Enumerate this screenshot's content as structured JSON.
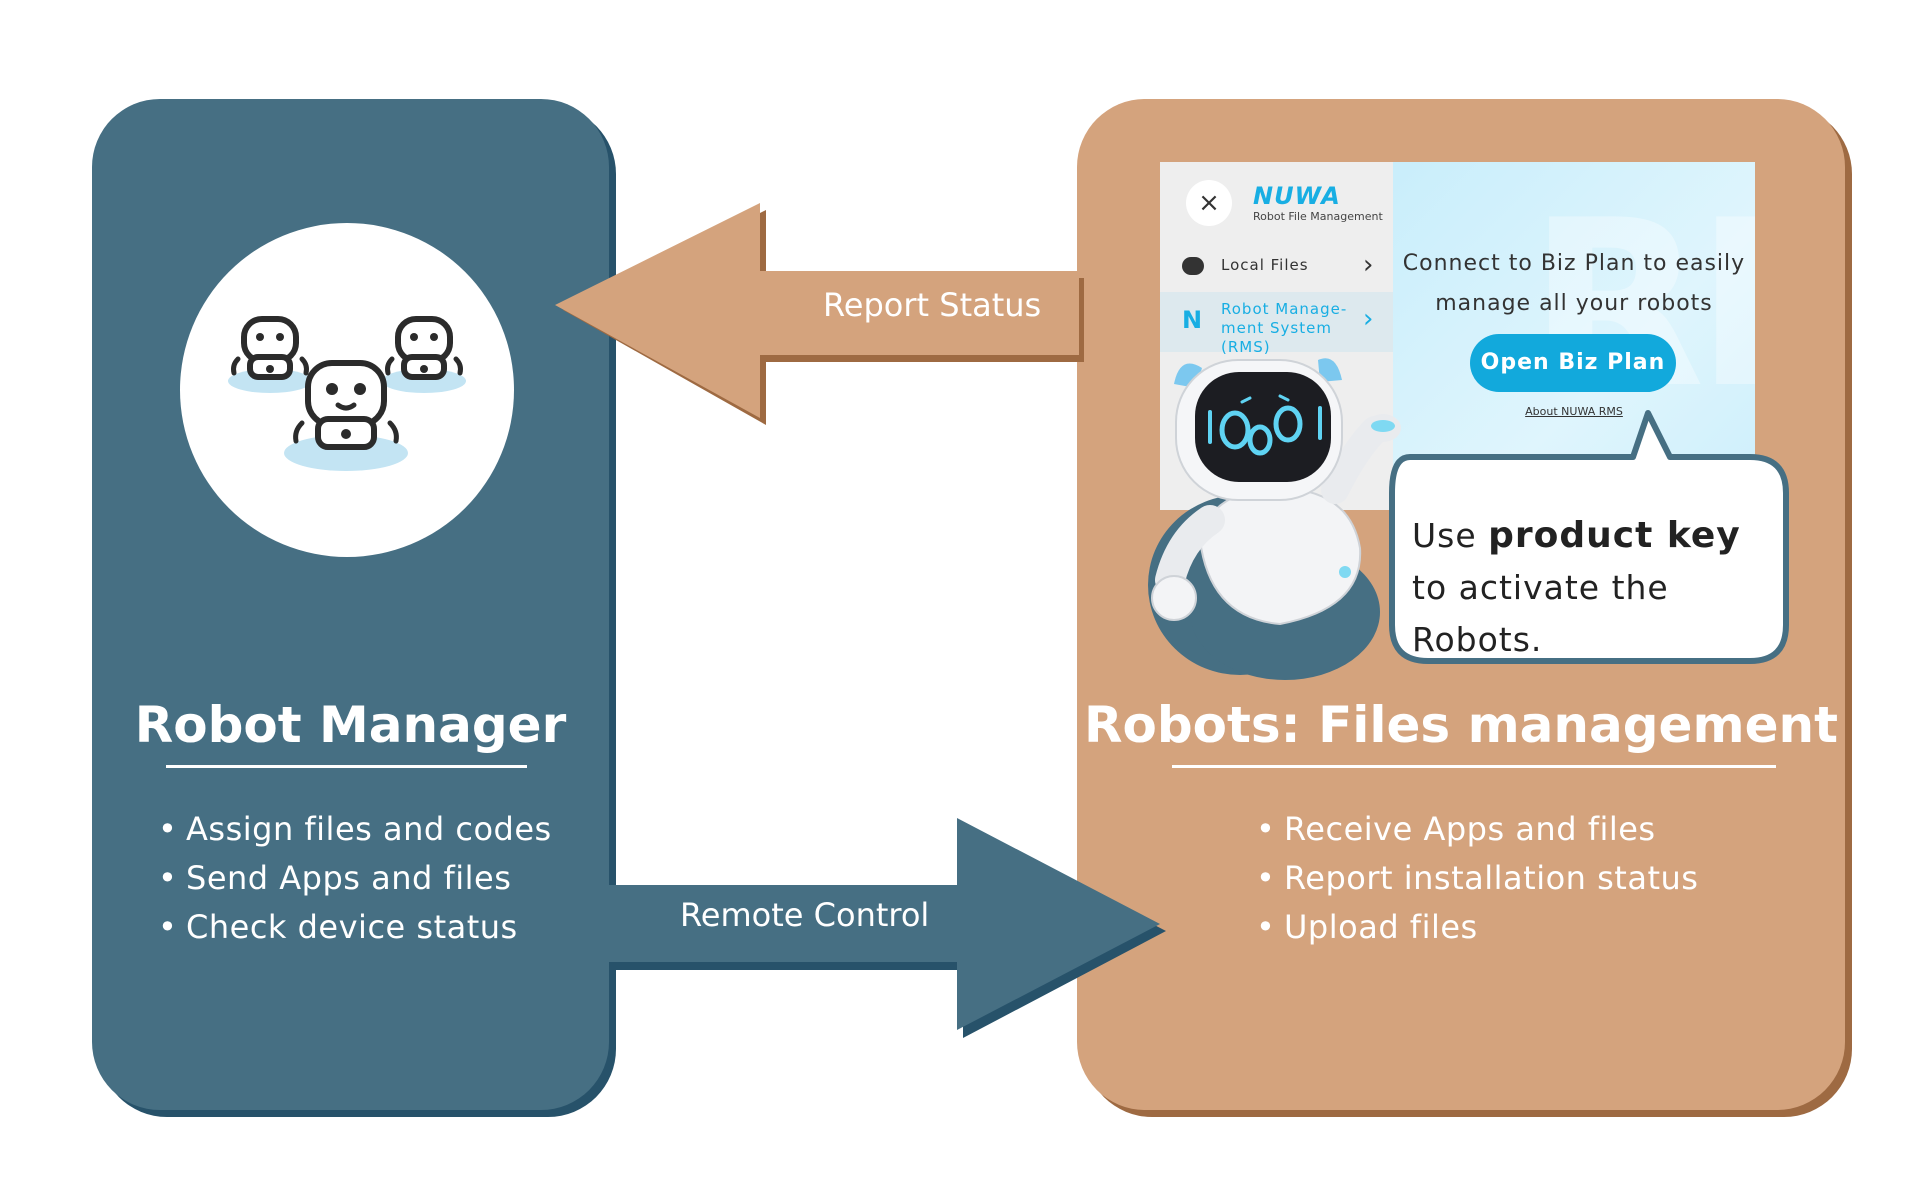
{
  "left_panel": {
    "title": "Robot Manager",
    "bullets": [
      "Assign files and codes",
      "Send Apps and files",
      "Check device status"
    ]
  },
  "right_panel": {
    "title": "Robots: Files management",
    "bullets": [
      "Receive Apps and files",
      "Report installation status",
      "Upload files"
    ]
  },
  "arrows": {
    "report_status": "Report Status",
    "remote_control": "Remote Control"
  },
  "app_screen": {
    "close_icon": "×",
    "logo": "NUWA",
    "logo_subtitle": "Robot File Management",
    "local_files": "Local Files",
    "rms": "Robot Manage-\nment System\n(RMS)",
    "banner_text": "Connect to Biz Plan to easily manage all your robots",
    "open_button": "Open Biz Plan",
    "about_link": "About NUWA RMS",
    "chevron": "›"
  },
  "bubble": {
    "prefix": "Use ",
    "bold": "product key",
    "suffix": "to activate the Robots."
  },
  "colors": {
    "left_panel": "#466f83",
    "right_panel": "#d4a37d",
    "accent_blue": "#12a9dc"
  }
}
